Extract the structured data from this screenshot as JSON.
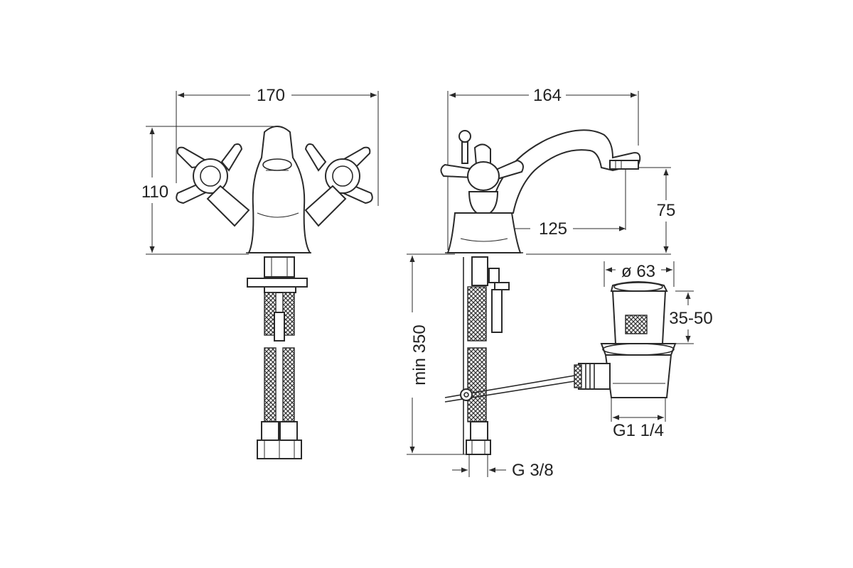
{
  "dimensions": {
    "front_width": "170",
    "front_height": "110",
    "side_width": "164",
    "spout_reach": "125",
    "spout_height": "75",
    "min_hose_length": "min 350",
    "waste_diameter": "ø 63",
    "waste_depth": "35-50",
    "waste_thread": "G1 1/4",
    "inlet_thread": "G 3/8"
  }
}
